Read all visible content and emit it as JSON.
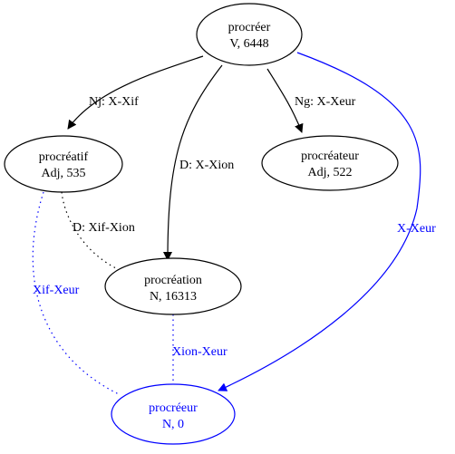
{
  "nodes": {
    "procreer": {
      "word": "procréer",
      "info": "V, 6448",
      "color": "#000000"
    },
    "procreatif": {
      "word": "procréatif",
      "info": "Adj, 535",
      "color": "#000000"
    },
    "procreateur": {
      "word": "procréateur",
      "info": "Adj, 522",
      "color": "#000000"
    },
    "procreation": {
      "word": "procréation",
      "info": "N, 16313",
      "color": "#000000"
    },
    "procreeur": {
      "word": "procréeur",
      "info": "N, 0",
      "color": "#0000ff"
    }
  },
  "edges": {
    "nj_xif": {
      "label": "Nj: X-Xif",
      "color": "#000000",
      "style": "solid"
    },
    "d_xion": {
      "label": "D: X-Xion",
      "color": "#000000",
      "style": "solid"
    },
    "ng_xeur": {
      "label": "Ng: X-Xeur",
      "color": "#000000",
      "style": "solid"
    },
    "x_xeur": {
      "label": "X-Xeur",
      "color": "#0000ff",
      "style": "solid"
    },
    "d_xif_xion": {
      "label": "D: Xif-Xion",
      "color": "#000000",
      "style": "dotted"
    },
    "xif_xeur": {
      "label": "Xif-Xeur",
      "color": "#0000ff",
      "style": "dotted"
    },
    "xion_xeur": {
      "label": "Xion-Xeur",
      "color": "#0000ff",
      "style": "dotted"
    }
  }
}
